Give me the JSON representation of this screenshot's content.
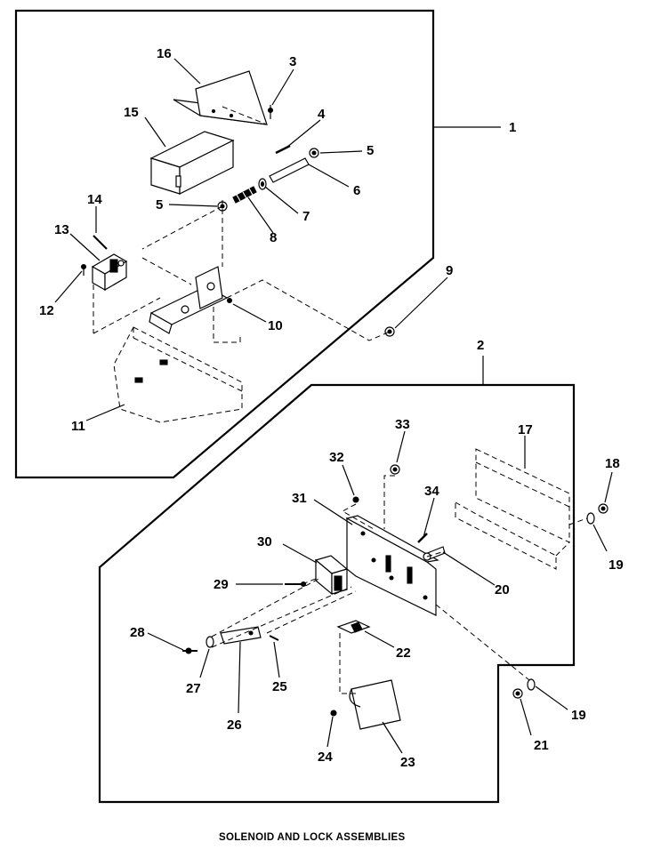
{
  "caption": "SOLENOID AND LOCK ASSEMBLIES",
  "assembly_labels": {
    "a1": "1",
    "a2": "2"
  },
  "callouts": {
    "c3": "3",
    "c4": "4",
    "c5a": "5",
    "c5b": "5",
    "c6": "6",
    "c7": "7",
    "c8": "8",
    "c9": "9",
    "c10": "10",
    "c11": "11",
    "c12": "12",
    "c13": "13",
    "c14": "14",
    "c15": "15",
    "c16": "16",
    "c17": "17",
    "c18": "18",
    "c19a": "19",
    "c19b": "19",
    "c20": "20",
    "c21": "21",
    "c22": "22",
    "c23": "23",
    "c24": "24",
    "c25": "25",
    "c26": "26",
    "c27": "27",
    "c28": "28",
    "c29": "29",
    "c30": "30",
    "c31": "31",
    "c32": "32",
    "c33": "33",
    "c34": "34"
  }
}
